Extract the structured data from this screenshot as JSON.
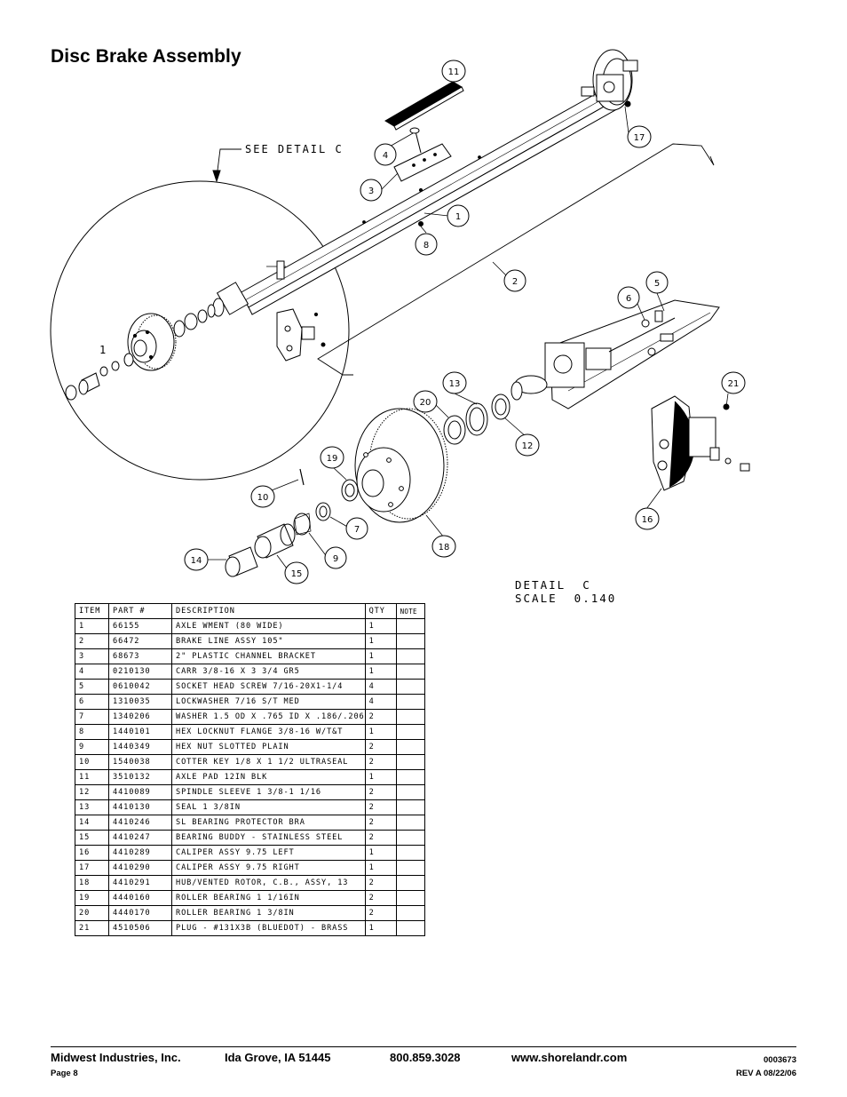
{
  "page_title": "Disc Brake Assembly",
  "detail_leader_label": "SEE DETAIL  C",
  "detail_label": {
    "line1": "DETAIL  C",
    "line2": "SCALE  0.140"
  },
  "detail_item_mark": "1",
  "callouts": [
    "1",
    "2",
    "3",
    "4",
    "5",
    "6",
    "7",
    "8",
    "9",
    "10",
    "11",
    "12",
    "13",
    "14",
    "15",
    "16",
    "17",
    "18",
    "19",
    "20",
    "21"
  ],
  "table": {
    "headers": {
      "item": "ITEM",
      "part": "PART #",
      "description": "DESCRIPTION",
      "qty": "QTY",
      "note": "NOTE"
    },
    "rows": [
      {
        "item": "1",
        "part": "66155",
        "description": "AXLE WMENT (80 WIDE)",
        "qty": "1"
      },
      {
        "item": "2",
        "part": "66472",
        "description": "BRAKE LINE ASSY 105\"",
        "qty": "1"
      },
      {
        "item": "3",
        "part": "68673",
        "description": "2\" PLASTIC CHANNEL BRACKET",
        "qty": "1"
      },
      {
        "item": "4",
        "part": "0210130",
        "description": "CARR 3/8-16 X 3 3/4 GR5",
        "qty": "1"
      },
      {
        "item": "5",
        "part": "0610042",
        "description": "SOCKET HEAD SCREW 7/16-20X1-1/4",
        "qty": "4"
      },
      {
        "item": "6",
        "part": "1310035",
        "description": "LOCKWASHER 7/16 S/T MED",
        "qty": "4"
      },
      {
        "item": "7",
        "part": "1340206",
        "description": "WASHER 1.5 OD X .765 ID X .186/.206",
        "qty": "2"
      },
      {
        "item": "8",
        "part": "1440101",
        "description": "HEX LOCKNUT FLANGE 3/8-16 W/T&T",
        "qty": "1"
      },
      {
        "item": "9",
        "part": "1440349",
        "description": "HEX NUT SLOTTED PLAIN",
        "qty": "2"
      },
      {
        "item": "10",
        "part": "1540038",
        "description": "COTTER KEY 1/8 X 1 1/2 ULTRASEAL",
        "qty": "2"
      },
      {
        "item": "11",
        "part": "3510132",
        "description": "AXLE PAD 12IN  BLK",
        "qty": "1"
      },
      {
        "item": "12",
        "part": "4410089",
        "description": "SPINDLE SLEEVE  1 3/8-1 1/16",
        "qty": "2"
      },
      {
        "item": "13",
        "part": "4410130",
        "description": "SEAL  1 3/8IN",
        "qty": "2"
      },
      {
        "item": "14",
        "part": "4410246",
        "description": "SL BEARING PROTECTOR BRA",
        "qty": "2"
      },
      {
        "item": "15",
        "part": "4410247",
        "description": "BEARING BUDDY - STAINLESS STEEL",
        "qty": "2"
      },
      {
        "item": "16",
        "part": "4410289",
        "description": "CALIPER ASSY 9.75 LEFT",
        "qty": "1"
      },
      {
        "item": "17",
        "part": "4410290",
        "description": "CALIPER ASSY 9.75 RIGHT",
        "qty": "1"
      },
      {
        "item": "18",
        "part": "4410291",
        "description": "HUB/VENTED ROTOR, C.B., ASSY, 13",
        "qty": "2"
      },
      {
        "item": "19",
        "part": "4440160",
        "description": "ROLLER BEARING   1 1/16IN",
        "qty": "2"
      },
      {
        "item": "20",
        "part": "4440170",
        "description": "ROLLER BEARING   1 3/8IN",
        "qty": "2"
      },
      {
        "item": "21",
        "part": "4510506",
        "description": "PLUG - #131X3B (BLUEDOT) - BRASS",
        "qty": "1"
      }
    ]
  },
  "footer": {
    "company": "Midwest Industries, Inc.",
    "location": "Ida Grove, IA  51445",
    "phone": "800.859.3028",
    "website": "www.shorelandr.com",
    "doc_number": "0003673",
    "page": "Page 8",
    "revision": "REV A  08/22/06"
  }
}
